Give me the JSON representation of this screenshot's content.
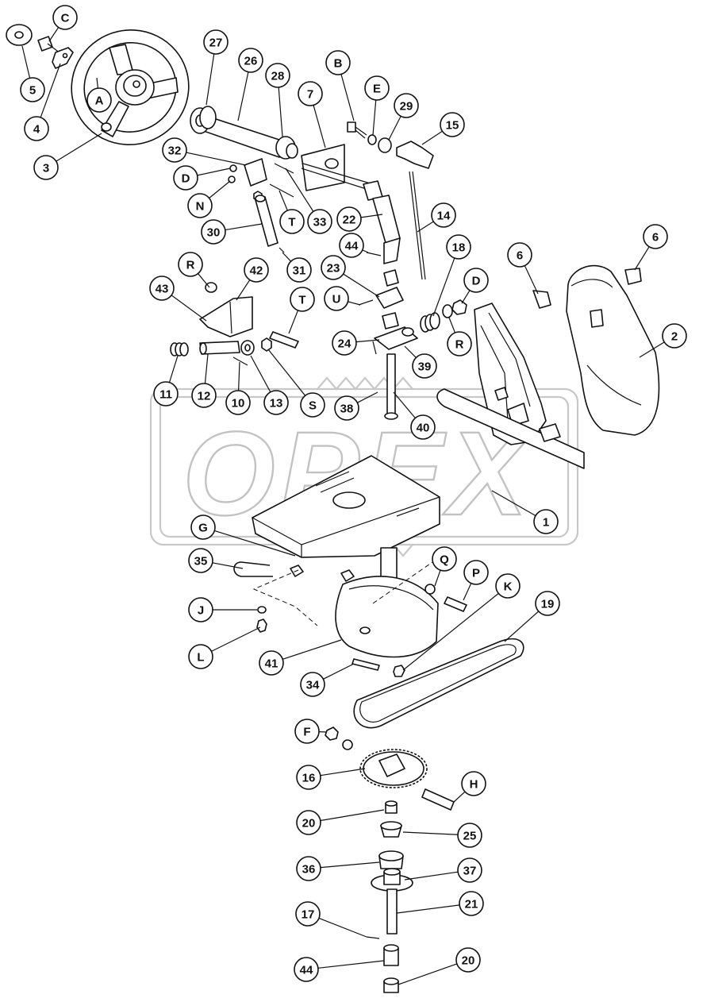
{
  "watermark": {
    "text": "OPEX"
  },
  "callouts": [
    {
      "id": "c-C",
      "label": "C"
    },
    {
      "id": "c-5",
      "label": "5"
    },
    {
      "id": "c-4",
      "label": "4"
    },
    {
      "id": "c-A",
      "label": "A"
    },
    {
      "id": "c-3",
      "label": "3"
    },
    {
      "id": "c-27",
      "label": "27"
    },
    {
      "id": "c-26",
      "label": "26"
    },
    {
      "id": "c-28",
      "label": "28"
    },
    {
      "id": "c-7",
      "label": "7"
    },
    {
      "id": "c-B",
      "label": "B"
    },
    {
      "id": "c-E",
      "label": "E"
    },
    {
      "id": "c-29",
      "label": "29"
    },
    {
      "id": "c-15",
      "label": "15"
    },
    {
      "id": "c-32",
      "label": "32"
    },
    {
      "id": "c-D1",
      "label": "D"
    },
    {
      "id": "c-N",
      "label": "N"
    },
    {
      "id": "c-T1",
      "label": "T"
    },
    {
      "id": "c-33",
      "label": "33"
    },
    {
      "id": "c-22",
      "label": "22"
    },
    {
      "id": "c-14",
      "label": "14"
    },
    {
      "id": "c-30",
      "label": "30"
    },
    {
      "id": "c-31",
      "label": "31"
    },
    {
      "id": "c-44a",
      "label": "44"
    },
    {
      "id": "c-6a",
      "label": "6"
    },
    {
      "id": "c-6b",
      "label": "6"
    },
    {
      "id": "c-R1",
      "label": "R"
    },
    {
      "id": "c-42",
      "label": "42"
    },
    {
      "id": "c-43",
      "label": "43"
    },
    {
      "id": "c-23",
      "label": "23"
    },
    {
      "id": "c-18",
      "label": "18"
    },
    {
      "id": "c-D2",
      "label": "D"
    },
    {
      "id": "c-U",
      "label": "U"
    },
    {
      "id": "c-T2",
      "label": "T"
    },
    {
      "id": "c-2",
      "label": "2"
    },
    {
      "id": "c-R2",
      "label": "R"
    },
    {
      "id": "c-24",
      "label": "24"
    },
    {
      "id": "c-39",
      "label": "39"
    },
    {
      "id": "c-11",
      "label": "11"
    },
    {
      "id": "c-12",
      "label": "12"
    },
    {
      "id": "c-10",
      "label": "10"
    },
    {
      "id": "c-13",
      "label": "13"
    },
    {
      "id": "c-S",
      "label": "S"
    },
    {
      "id": "c-38",
      "label": "38"
    },
    {
      "id": "c-40",
      "label": "40"
    },
    {
      "id": "c-1",
      "label": "1"
    },
    {
      "id": "c-G",
      "label": "G"
    },
    {
      "id": "c-35",
      "label": "35"
    },
    {
      "id": "c-Q",
      "label": "Q"
    },
    {
      "id": "c-P",
      "label": "P"
    },
    {
      "id": "c-K",
      "label": "K"
    },
    {
      "id": "c-19",
      "label": "19"
    },
    {
      "id": "c-J",
      "label": "J"
    },
    {
      "id": "c-L",
      "label": "L"
    },
    {
      "id": "c-41",
      "label": "41"
    },
    {
      "id": "c-34",
      "label": "34"
    },
    {
      "id": "c-F",
      "label": "F"
    },
    {
      "id": "c-16",
      "label": "16"
    },
    {
      "id": "c-H",
      "label": "H"
    },
    {
      "id": "c-20a",
      "label": "20"
    },
    {
      "id": "c-25",
      "label": "25"
    },
    {
      "id": "c-36",
      "label": "36"
    },
    {
      "id": "c-37",
      "label": "37"
    },
    {
      "id": "c-17",
      "label": "17"
    },
    {
      "id": "c-21",
      "label": "21"
    },
    {
      "id": "c-44b",
      "label": "44"
    },
    {
      "id": "c-20b",
      "label": "20"
    }
  ]
}
